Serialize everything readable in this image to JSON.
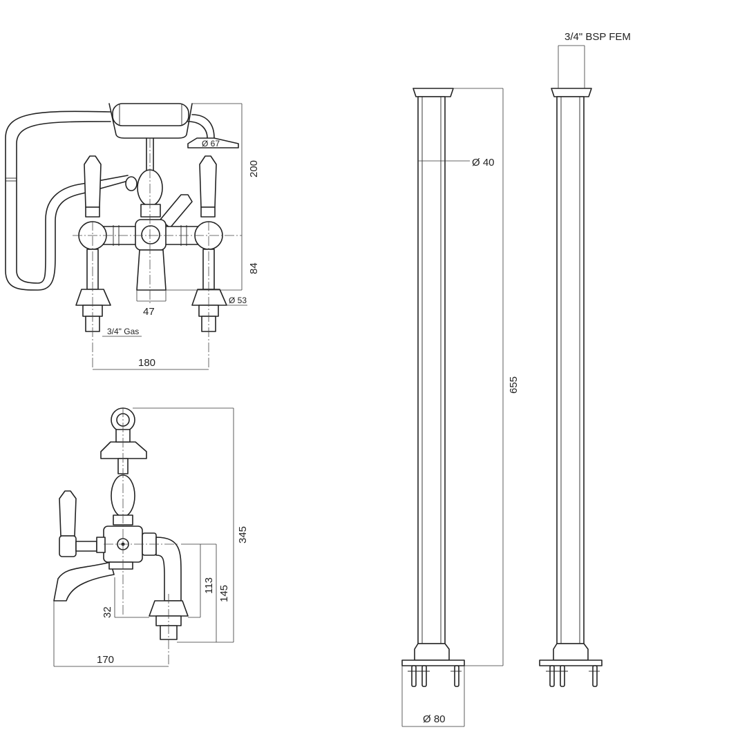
{
  "front_view": {
    "dim_height_upper": "200",
    "dim_height_lower": "84",
    "dim_handset_diameter": "Ø 67",
    "dim_base_diameter": "Ø 53",
    "dim_body_width": "47",
    "dim_inlet_thread": "3/4\" Gas",
    "dim_centres": "180"
  },
  "side_view": {
    "dim_total_height": "345",
    "dim_spout_height_a": "113",
    "dim_spout_height_b": "145",
    "dim_spout_offset": "32",
    "dim_spout_reach": "170"
  },
  "standpipes": {
    "dim_thread": "3/4\" BSP FEM",
    "dim_pipe_diameter": "Ø 40",
    "dim_height": "655",
    "dim_base_diameter": "Ø 80"
  }
}
